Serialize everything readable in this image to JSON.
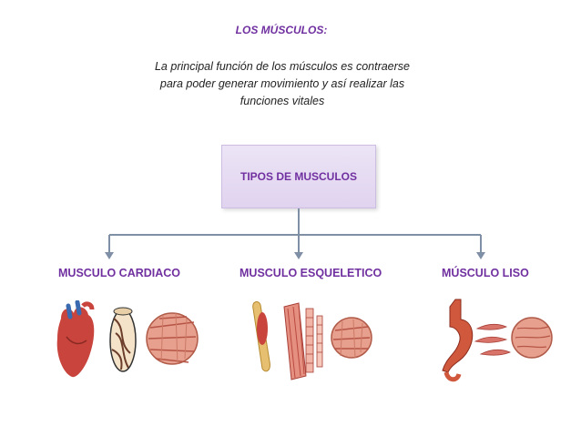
{
  "title": "LOS MÚSCULOS:",
  "intro_lines": [
    "La principal función de los músculos es contraerse",
    "para poder generar movimiento y así realizar las",
    "funciones vitales"
  ],
  "root": "TIPOS DE MUSCULOS",
  "categories": [
    {
      "label": "MUSCULO CARDIACO"
    },
    {
      "label": "MUSCULO ESQUELETICO"
    },
    {
      "label": "MÚSCULO LISO"
    }
  ],
  "colors": {
    "accent": "#7030a0",
    "connector": "#7f8fa6",
    "box_fill": "#e6dcf2",
    "muscle_red": "#c8443c",
    "muscle_pink": "#e7a08e"
  }
}
